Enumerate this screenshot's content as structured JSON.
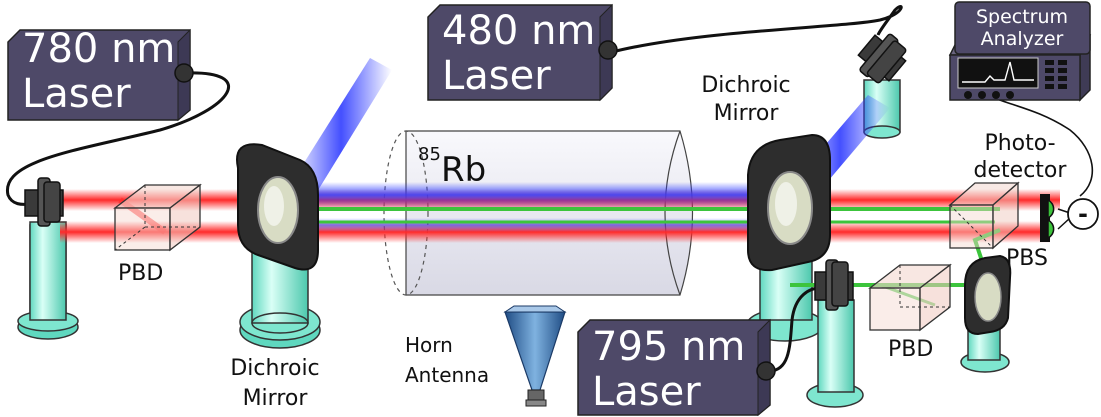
{
  "lasers": {
    "laser_780": {
      "line1": "780 nm",
      "line2": "Laser"
    },
    "laser_480": {
      "line1": "480 nm",
      "line2": "Laser"
    },
    "laser_795": {
      "line1": "795 nm",
      "line2": "Laser"
    }
  },
  "labels": {
    "pbd_left": "PBD",
    "pbd_right": "PBD",
    "pbs": "PBS",
    "dichroic_left": {
      "line1": "Dichroic",
      "line2": "Mirror"
    },
    "dichroic_right": {
      "line1": "Dichroic",
      "line2": "Mirror"
    },
    "horn": {
      "line1": "Horn",
      "line2": "Antenna"
    },
    "photodetector": {
      "line1": "Photo-",
      "line2": "detector"
    },
    "cell": {
      "mass_number": "85",
      "element": "Rb"
    },
    "spectrum_analyzer": {
      "line1": "Spectrum",
      "line2": "Analyzer"
    },
    "diff_sign": "-"
  },
  "colors": {
    "laser_body": "#4e4968",
    "beam_red": "#ff2a2a",
    "beam_blue": "#2f3cff",
    "beam_green": "#3cc43c",
    "post": "#7ee6cf",
    "mount": "#2d2d2d"
  }
}
